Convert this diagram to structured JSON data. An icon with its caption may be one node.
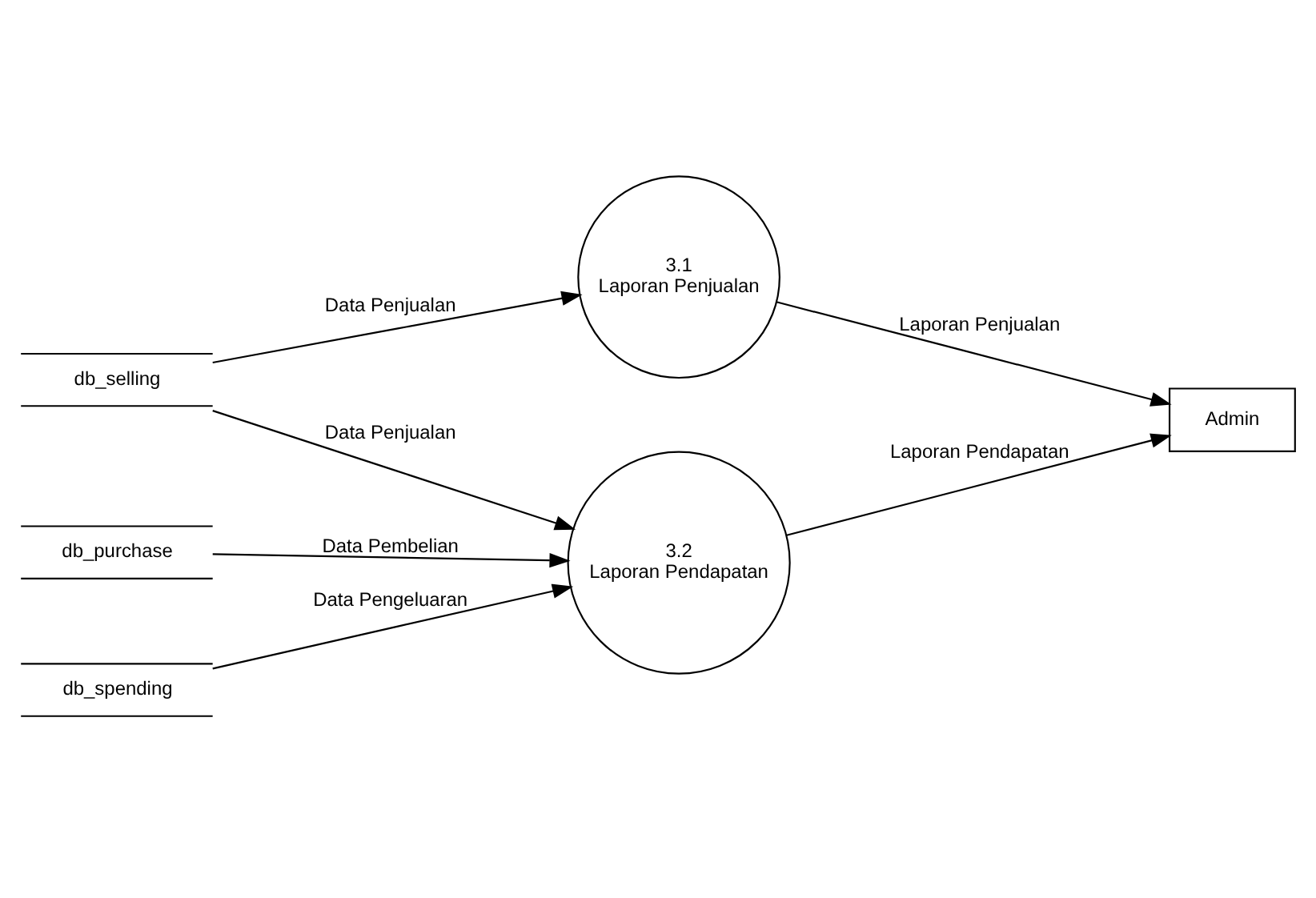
{
  "diagram": {
    "nodes": [
      {
        "text": [
          "db_selling"
        ]
      },
      {
        "text": [
          "db_purchase"
        ]
      },
      {
        "text": [
          "db_spending"
        ]
      },
      {
        "text": [
          "3.1",
          "Laporan Penjualan"
        ]
      },
      {
        "text": [
          "3.2",
          "Laporan Pendapatan"
        ]
      },
      {
        "text": [
          "Admin"
        ]
      }
    ],
    "edges": [
      {
        "from": 0,
        "to": 3,
        "arrow": "to",
        "label": "Data Penjualan"
      },
      {
        "from": 0,
        "to": 4,
        "arrow": "to",
        "label": "Data Penjualan"
      },
      {
        "from": 1,
        "to": 4,
        "arrow": "to",
        "label": "Data Pembelian"
      },
      {
        "from": 2,
        "to": 4,
        "arrow": "to",
        "label": "Data Pengeluaran"
      },
      {
        "from": 3,
        "to": 5,
        "arrow": "to",
        "label": "Laporan Penjualan"
      },
      {
        "from": 4,
        "to": 5,
        "arrow": "to",
        "label": "Laporan Pendapatan"
      }
    ]
  }
}
